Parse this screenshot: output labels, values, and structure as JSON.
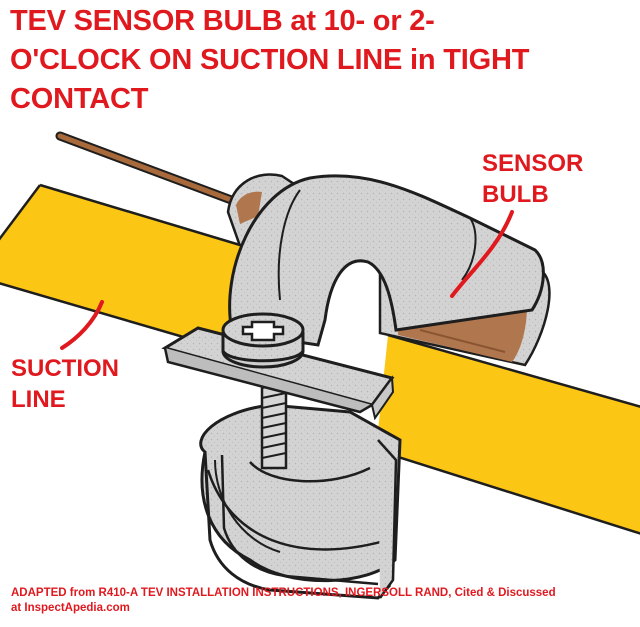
{
  "title": {
    "lines": [
      "TEV SENSOR BULB at 10- or 2-",
      "O'CLOCK ON SUCTION LINE in TIGHT",
      "CONTACT"
    ]
  },
  "labels": {
    "sensor_bulb": [
      "SENSOR",
      "BULB"
    ],
    "suction_line": [
      "SUCTION",
      "LINE"
    ]
  },
  "credit": {
    "line1": "ADAPTED from R410-A TEV INSTALLATION INSTRUCTIONS, INGERSOLL RAND, Cited & Discussed",
    "line2": "at InspectApedia.com"
  },
  "colors": {
    "label_red": "#e0191f",
    "pipe_yellow": "#fcc614",
    "bulb_brown": "#b0774e",
    "clamp_gray": "#d2d2d2",
    "outline": "#1e1e1e"
  }
}
